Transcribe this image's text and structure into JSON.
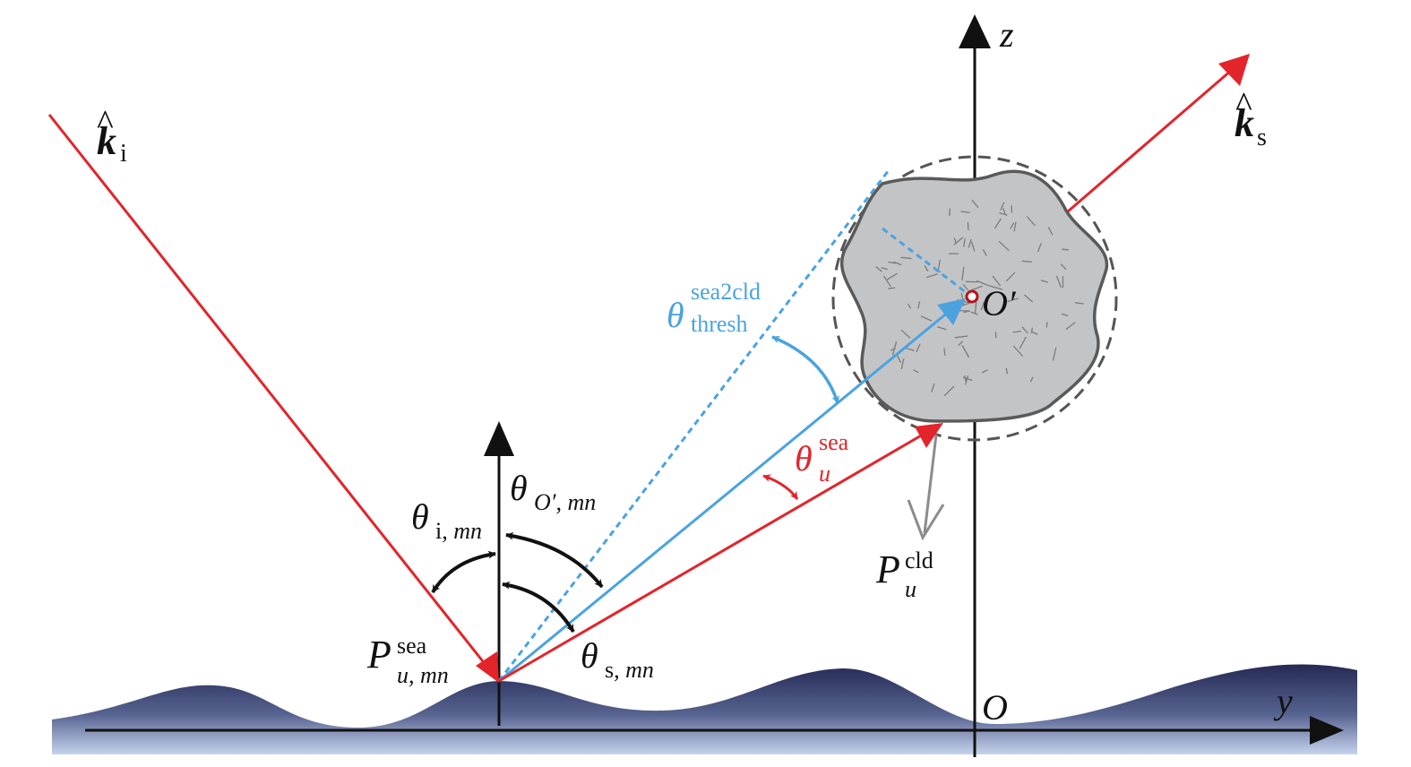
{
  "colors": {
    "red": "#e3242b",
    "blue": "#4aa3df",
    "black": "#111111",
    "gray": "#8c8c8c",
    "cloud_fill": "#c3c4c6",
    "cloud_edge": "#5a5a5a",
    "sea_dark": "#262a55",
    "sea_light": "#c5d3ee"
  },
  "labels": {
    "ki_base": "k",
    "ki_hat": "^",
    "ki_sub": "i",
    "ks_base": "k",
    "ks_hat": "^",
    "ks_sub": "s",
    "z_axis": "z",
    "y_axis": "y",
    "origin": "O",
    "cloud_center": "O′",
    "thresh_base": "θ",
    "thresh_sup": "sea2cld",
    "thresh_sub": "thresh",
    "usea_base": "θ",
    "usea_sup": "sea",
    "usea_sub": "u",
    "thO_base": "θ",
    "thO_sub_a": "O′",
    "thO_sub_b": ", mn",
    "thi_base": "θ",
    "thi_sub_a": "i",
    "thi_sub_b": ", mn",
    "ths_base": "θ",
    "ths_sub_a": "s",
    "ths_sub_b": ", mn",
    "psea_base": "P",
    "psea_sup": "sea",
    "psea_sub_a": "u",
    "psea_sub_b": ", mn",
    "pcld_base": "P",
    "pcld_sup": "cld",
    "pcld_sub": "u"
  }
}
